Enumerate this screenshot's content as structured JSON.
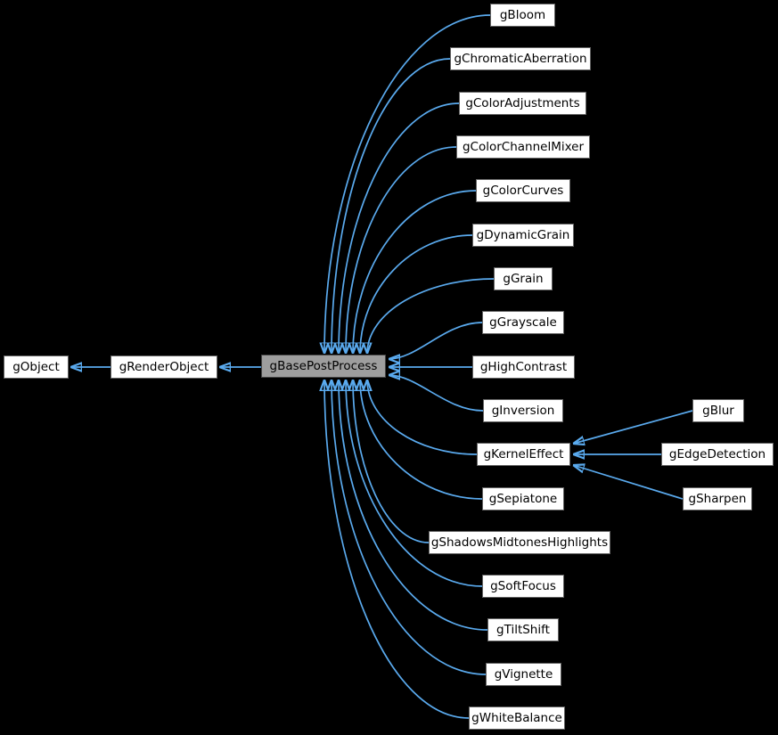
{
  "diagram": {
    "kind": "class-inheritance-graph",
    "colors": {
      "edge": "#5aaaee",
      "node_fill": "#ffffff",
      "node_border": "#636363",
      "node_text": "#000000",
      "selected_fill": "#9e9e9e",
      "selected_border": "#454545",
      "background": "#000000"
    },
    "selected_node": "gBasePostProcess",
    "nodes": {
      "gObject": {
        "label": "gObject"
      },
      "gRenderObject": {
        "label": "gRenderObject"
      },
      "gBasePostProcess": {
        "label": "gBasePostProcess"
      },
      "gBloom": {
        "label": "gBloom"
      },
      "gChromaticAberration": {
        "label": "gChromaticAberration"
      },
      "gColorAdjustments": {
        "label": "gColorAdjustments"
      },
      "gColorChannelMixer": {
        "label": "gColorChannelMixer"
      },
      "gColorCurves": {
        "label": "gColorCurves"
      },
      "gDynamicGrain": {
        "label": "gDynamicGrain"
      },
      "gGrain": {
        "label": "gGrain"
      },
      "gGrayscale": {
        "label": "gGrayscale"
      },
      "gHighContrast": {
        "label": "gHighContrast"
      },
      "gInversion": {
        "label": "gInversion"
      },
      "gKernelEffect": {
        "label": "gKernelEffect"
      },
      "gSepiatone": {
        "label": "gSepiatone"
      },
      "gShadowsMidtonesHighlights": {
        "label": "gShadowsMidtonesHighlights"
      },
      "gSoftFocus": {
        "label": "gSoftFocus"
      },
      "gTiltShift": {
        "label": "gTiltShift"
      },
      "gVignette": {
        "label": "gVignette"
      },
      "gWhiteBalance": {
        "label": "gWhiteBalance"
      },
      "gBlur": {
        "label": "gBlur"
      },
      "gEdgeDetection": {
        "label": "gEdgeDetection"
      },
      "gSharpen": {
        "label": "gSharpen"
      }
    },
    "edges": [
      {
        "from": "gRenderObject",
        "to": "gObject",
        "relation": "inherits"
      },
      {
        "from": "gBasePostProcess",
        "to": "gRenderObject",
        "relation": "inherits"
      },
      {
        "from": "gBloom",
        "to": "gBasePostProcess",
        "relation": "inherits"
      },
      {
        "from": "gChromaticAberration",
        "to": "gBasePostProcess",
        "relation": "inherits"
      },
      {
        "from": "gColorAdjustments",
        "to": "gBasePostProcess",
        "relation": "inherits"
      },
      {
        "from": "gColorChannelMixer",
        "to": "gBasePostProcess",
        "relation": "inherits"
      },
      {
        "from": "gColorCurves",
        "to": "gBasePostProcess",
        "relation": "inherits"
      },
      {
        "from": "gDynamicGrain",
        "to": "gBasePostProcess",
        "relation": "inherits"
      },
      {
        "from": "gGrain",
        "to": "gBasePostProcess",
        "relation": "inherits"
      },
      {
        "from": "gGrayscale",
        "to": "gBasePostProcess",
        "relation": "inherits"
      },
      {
        "from": "gHighContrast",
        "to": "gBasePostProcess",
        "relation": "inherits"
      },
      {
        "from": "gInversion",
        "to": "gBasePostProcess",
        "relation": "inherits"
      },
      {
        "from": "gKernelEffect",
        "to": "gBasePostProcess",
        "relation": "inherits"
      },
      {
        "from": "gSepiatone",
        "to": "gBasePostProcess",
        "relation": "inherits"
      },
      {
        "from": "gShadowsMidtonesHighlights",
        "to": "gBasePostProcess",
        "relation": "inherits"
      },
      {
        "from": "gSoftFocus",
        "to": "gBasePostProcess",
        "relation": "inherits"
      },
      {
        "from": "gTiltShift",
        "to": "gBasePostProcess",
        "relation": "inherits"
      },
      {
        "from": "gVignette",
        "to": "gBasePostProcess",
        "relation": "inherits"
      },
      {
        "from": "gWhiteBalance",
        "to": "gBasePostProcess",
        "relation": "inherits"
      },
      {
        "from": "gBlur",
        "to": "gKernelEffect",
        "relation": "inherits"
      },
      {
        "from": "gEdgeDetection",
        "to": "gKernelEffect",
        "relation": "inherits"
      },
      {
        "from": "gSharpen",
        "to": "gKernelEffect",
        "relation": "inherits"
      }
    ]
  }
}
